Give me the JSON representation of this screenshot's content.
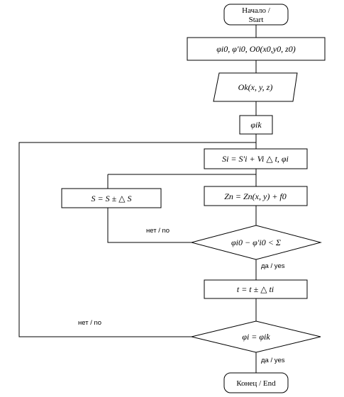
{
  "nodes": {
    "start": {
      "line1": "Начало /",
      "line2": "Start"
    },
    "init": {
      "text": "φi0, φ′i0, O0(x0,y0, z0)"
    },
    "input": {
      "text": "Ok(x, y, z)"
    },
    "phi_ik": {
      "text": "φik"
    },
    "si": {
      "text": "Si = S′i  + Vi △ t, φi"
    },
    "s_update": {
      "text": "S  =  S ± △ S"
    },
    "zn": {
      "text": "Zn = Zn(x, y) + f0"
    },
    "cond1": {
      "text": "φi0 − φ′i0 < Σ"
    },
    "t_update": {
      "text": "t  = t  ± △ ti"
    },
    "cond2": {
      "text": "φi = φik"
    },
    "end": {
      "text": "Конец / End"
    }
  },
  "labels": {
    "cond1_no": "нет / no",
    "cond1_yes": "да / yes",
    "cond2_no": "нет / no",
    "cond2_yes": "да / yes"
  }
}
